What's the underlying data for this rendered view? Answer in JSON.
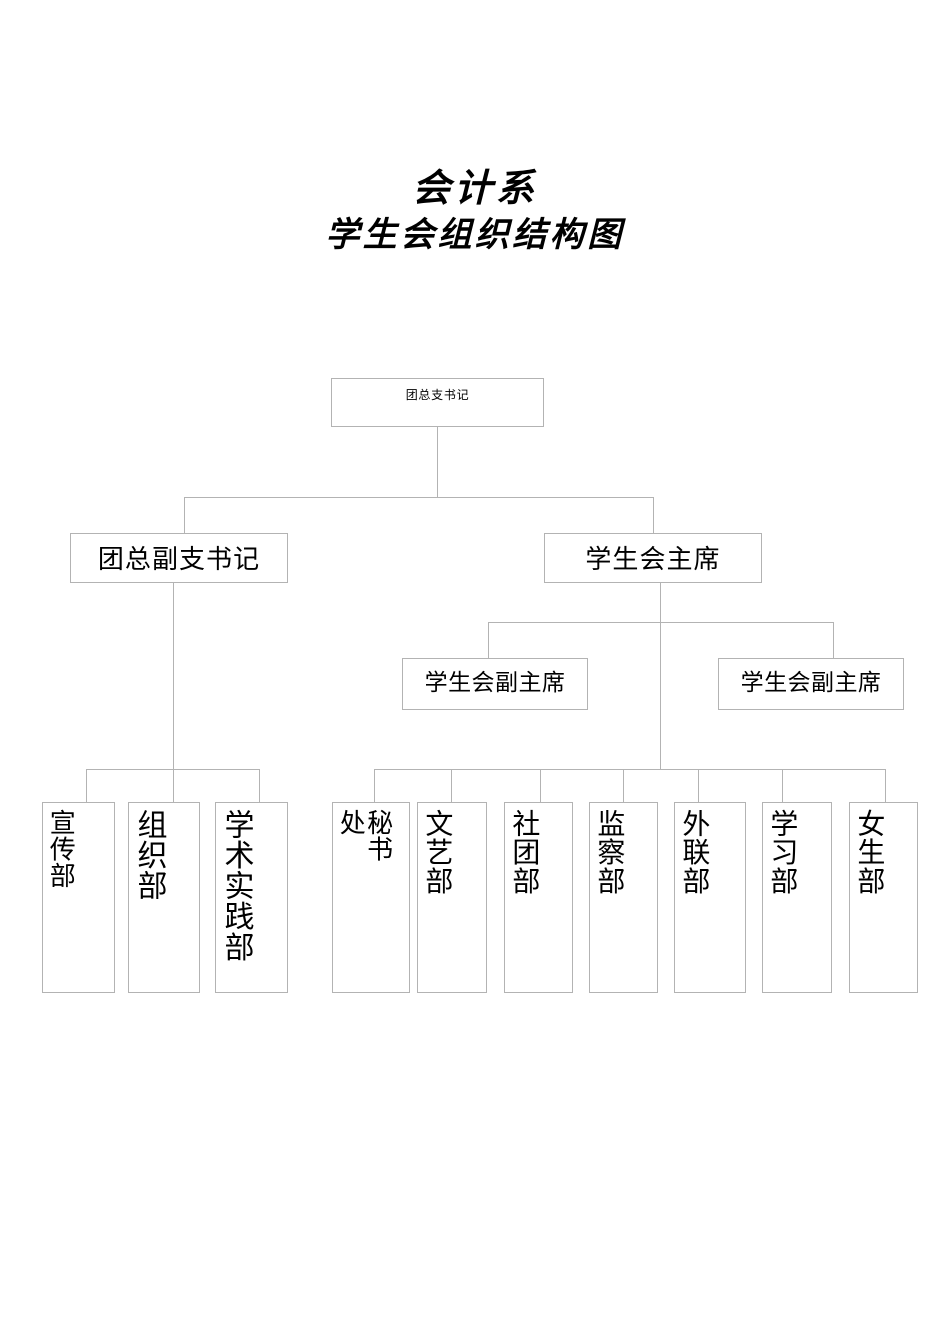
{
  "document": {
    "title_line_1": "会计系",
    "title_line_2": "学生会组织结构图"
  },
  "chart": {
    "type": "org-chart",
    "root": {
      "label": "团总支书记"
    },
    "level2": [
      {
        "label": "团总副支书记"
      },
      {
        "label": "学生会主席"
      }
    ],
    "level3": [
      {
        "label": "学生会副主席"
      },
      {
        "label": "学生会副主席"
      }
    ],
    "departments_left": [
      {
        "label": "宣传部"
      },
      {
        "label": "组织部"
      },
      {
        "label": "学术实践部"
      }
    ],
    "departments_right": [
      {
        "label": "秘书处"
      },
      {
        "label": "文艺部"
      },
      {
        "label": "社团部"
      },
      {
        "label": "监察部"
      },
      {
        "label": "外联部"
      },
      {
        "label": "学习部"
      },
      {
        "label": "女生部"
      }
    ]
  },
  "colors": {
    "border": "#b3b3b3",
    "text": "#000000",
    "background": "#ffffff"
  }
}
